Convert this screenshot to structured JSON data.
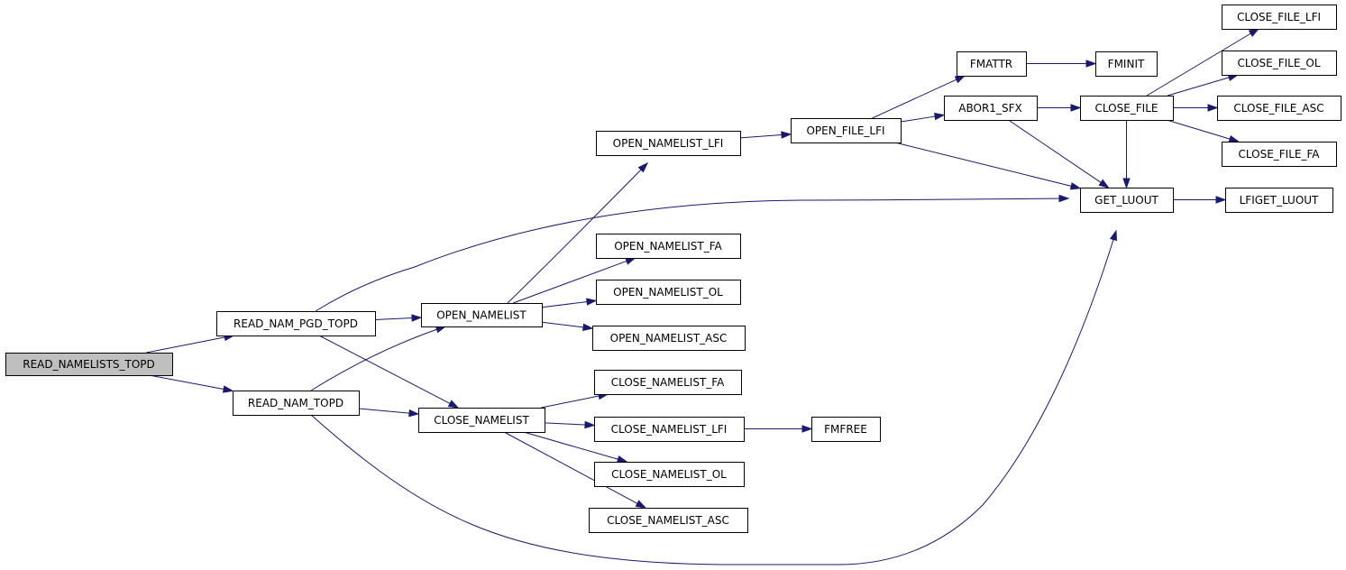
{
  "diagram": {
    "nodes": {
      "read_namelists_topd": "READ_NAMELISTS_TOPD",
      "read_nam_pgd_topd": "READ_NAM_PGD_TOPD",
      "read_nam_topd": "READ_NAM_TOPD",
      "open_namelist": "OPEN_NAMELIST",
      "close_namelist": "CLOSE_NAMELIST",
      "open_namelist_lfi": "OPEN_NAMELIST_LFI",
      "open_namelist_fa": "OPEN_NAMELIST_FA",
      "open_namelist_ol": "OPEN_NAMELIST_OL",
      "open_namelist_asc": "OPEN_NAMELIST_ASC",
      "close_namelist_fa": "CLOSE_NAMELIST_FA",
      "close_namelist_lfi": "CLOSE_NAMELIST_LFI",
      "close_namelist_ol": "CLOSE_NAMELIST_OL",
      "close_namelist_asc": "CLOSE_NAMELIST_ASC",
      "open_file_lfi": "OPEN_FILE_LFI",
      "fmattr": "FMATTR",
      "fminit": "FMINIT",
      "abor1_sfx": "ABOR1_SFX",
      "close_file": "CLOSE_FILE",
      "close_file_lfi": "CLOSE_FILE_LFI",
      "close_file_ol": "CLOSE_FILE_OL",
      "close_file_asc": "CLOSE_FILE_ASC",
      "close_file_fa": "CLOSE_FILE_FA",
      "get_luout": "GET_LUOUT",
      "lfiget_luout": "LFIGET_LUOUT",
      "fmfree": "FMFREE"
    },
    "edges": [
      [
        "read_namelists_topd",
        "read_nam_pgd_topd"
      ],
      [
        "read_namelists_topd",
        "read_nam_topd"
      ],
      [
        "read_nam_pgd_topd",
        "open_namelist"
      ],
      [
        "read_nam_pgd_topd",
        "close_namelist"
      ],
      [
        "read_nam_pgd_topd",
        "get_luout"
      ],
      [
        "read_nam_topd",
        "open_namelist"
      ],
      [
        "read_nam_topd",
        "close_namelist"
      ],
      [
        "read_nam_topd",
        "get_luout"
      ],
      [
        "open_namelist",
        "open_namelist_lfi"
      ],
      [
        "open_namelist",
        "open_namelist_fa"
      ],
      [
        "open_namelist",
        "open_namelist_ol"
      ],
      [
        "open_namelist",
        "open_namelist_asc"
      ],
      [
        "close_namelist",
        "close_namelist_fa"
      ],
      [
        "close_namelist",
        "close_namelist_lfi"
      ],
      [
        "close_namelist",
        "close_namelist_ol"
      ],
      [
        "close_namelist",
        "close_namelist_asc"
      ],
      [
        "open_namelist_lfi",
        "open_file_lfi"
      ],
      [
        "open_file_lfi",
        "fmattr"
      ],
      [
        "open_file_lfi",
        "abor1_sfx"
      ],
      [
        "open_file_lfi",
        "get_luout"
      ],
      [
        "fmattr",
        "fminit"
      ],
      [
        "abor1_sfx",
        "close_file"
      ],
      [
        "abor1_sfx",
        "get_luout"
      ],
      [
        "close_file",
        "close_file_lfi"
      ],
      [
        "close_file",
        "close_file_ol"
      ],
      [
        "close_file",
        "close_file_asc"
      ],
      [
        "close_file",
        "close_file_fa"
      ],
      [
        "close_file",
        "get_luout"
      ],
      [
        "get_luout",
        "lfiget_luout"
      ],
      [
        "close_namelist_lfi",
        "fmfree"
      ]
    ],
    "root_fill": "#bfbfbf",
    "edge_color": "#191970"
  }
}
